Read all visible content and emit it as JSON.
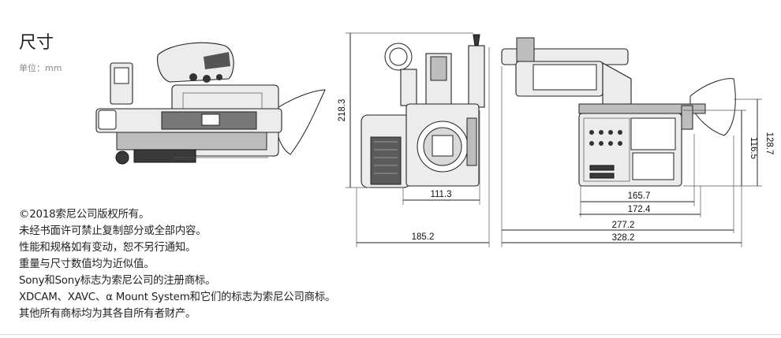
{
  "header": {
    "title": "尺寸",
    "unit": "单位：mm"
  },
  "dimensions": {
    "front_height": "218.3",
    "front_mount_width": "111.3",
    "front_total_width": "185.2",
    "side_body_height": "116.5",
    "side_total_height": "128.7",
    "side_body_length": "165.7",
    "side_length_2": "172.4",
    "side_length_3": "277.2",
    "side_total_length": "328.2"
  },
  "notes": [
    "©2018索尼公司版权所有。",
    "未经书面许可禁止复制部分或全部内容。",
    "性能和规格如有变动，恕不另行通知。",
    "重量与尺寸数值均为近似值。",
    "Sony和Sony标志为索尼公司的注册商标。",
    "XDCAM、XAVC、α Mount System和它们的标志为索尼公司商标。",
    "其他所有商标均为其各自所有者财产。"
  ]
}
